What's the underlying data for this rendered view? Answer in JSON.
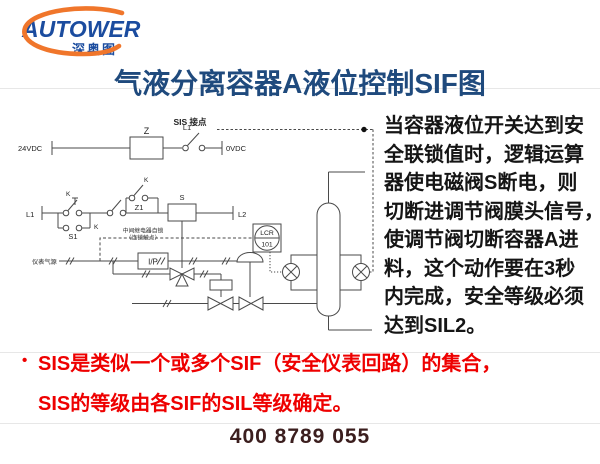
{
  "logo": {
    "brand": "AUTOWER",
    "sub": "深奥图",
    "brand_color": "#1b4c9f",
    "swoosh_color": "#f0762b"
  },
  "title": {
    "text": "气液分离容器A液位控制SIF图",
    "color": "#1f4a7d"
  },
  "diagram": {
    "labels": {
      "vdc24": "24VDC",
      "z": "Z",
      "l1_top": "L1",
      "sis": "SIS 接点",
      "vdc0": "0VDC",
      "l1_mid": "L1",
      "k_s1": "K",
      "s1": "S1",
      "k_mid": "K",
      "k_z1": "K",
      "z1": "Z1",
      "relay_note1": "中间继电器自锁",
      "relay_note2": "（连锁触点）",
      "s": "S",
      "l2": "L2",
      "lcr": "LCR",
      "lcr_num": "101",
      "ip": "I/P",
      "air": "仪表气源"
    },
    "line_color": "#4a4a4a"
  },
  "description": {
    "text": "当容器液位开关达到安全联锁值时，逻辑运算器使电磁阀S断电，则切断进调节阀膜头信号，使调节阀切断容器A进料，这个动作要在3秒内完成，安全等级必须达到SIL2。",
    "lines": [
      "当容器液位开关达到安",
      "全联锁值时，逻辑运算",
      "器使电磁阀S断电，则",
      "切断进调节阀膜头信号，",
      "使调节阀切断容器A进",
      "料，这个动作要在3秒",
      "内完成，安全等级必须",
      "达到SIL2。"
    ]
  },
  "note": {
    "bullet": "•",
    "color": "#ee0000",
    "lines": [
      "SIS是类似一个或多个SIF（安全仪表回路）的集合，",
      "SIS的等级由各SIF的SIL等级确定。"
    ]
  },
  "footer": {
    "phone": "400 8789 055"
  }
}
